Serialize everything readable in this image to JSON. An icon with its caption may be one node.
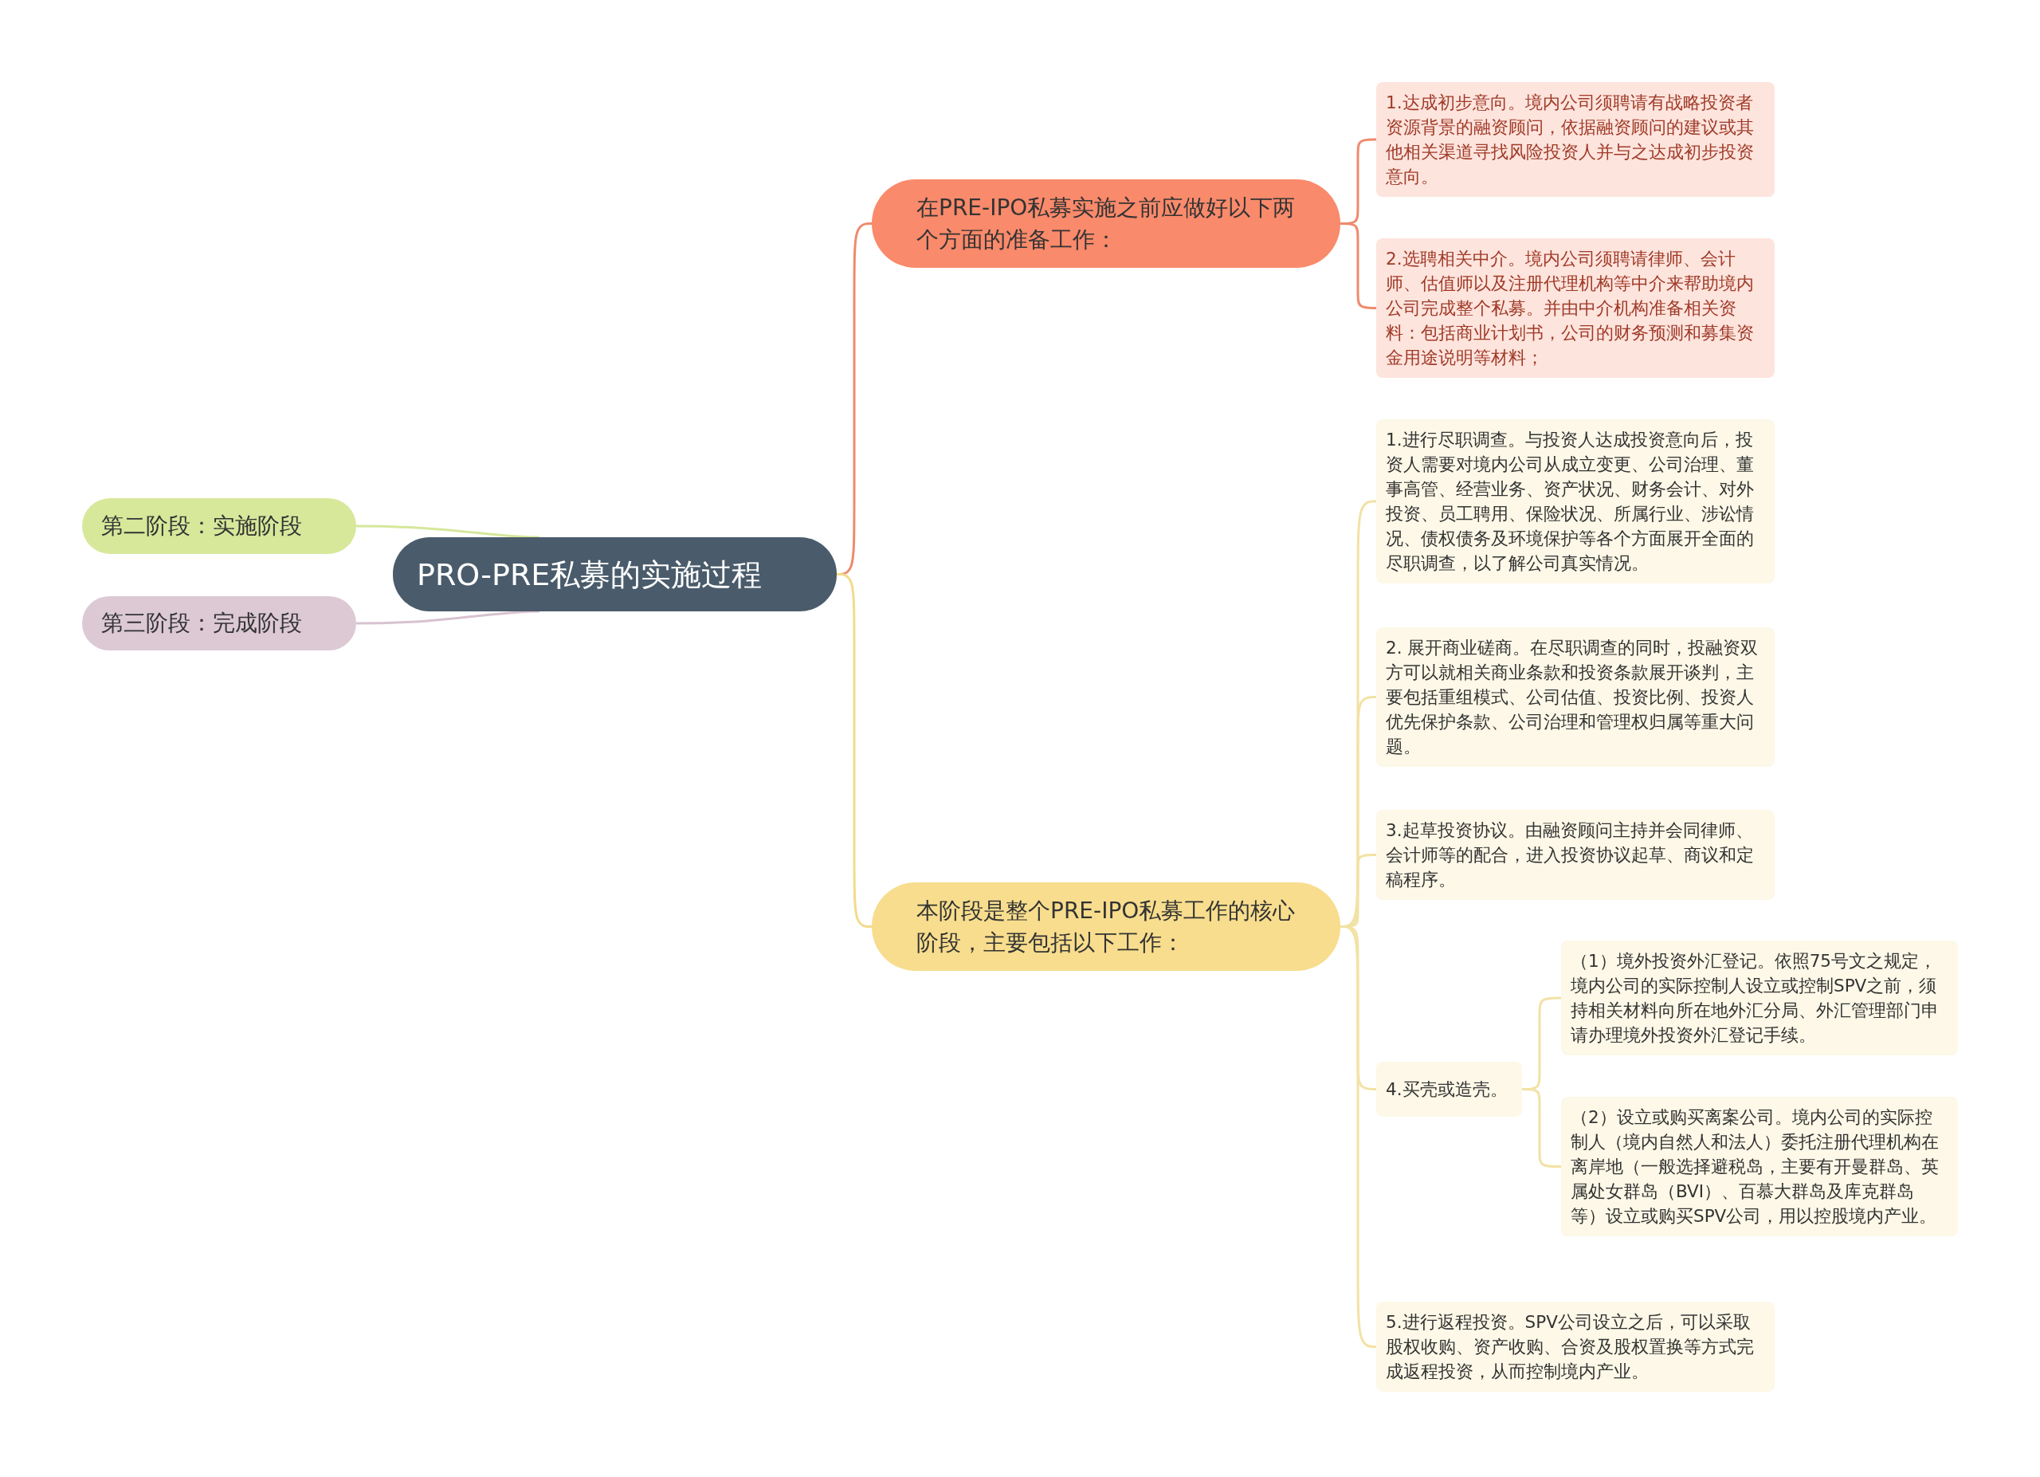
{
  "diagram": {
    "nodes": [
      {
        "text": [
          "PRO-PRE私募的实施过程"
        ]
      },
      {
        "text": [
          "第二阶段：实施阶段"
        ]
      },
      {
        "text": [
          "第三阶段：完成阶段"
        ]
      },
      {
        "text": [
          "在PRE-IPO私募实施之前应做好以下两个方面的准备工作："
        ]
      },
      {
        "text": [
          "1.达成初步意向。境内公司须聘请有战略投资者资源背景的融资顾问，依据融资顾问的建议或其他相关渠道寻找风险投资人并与之达成初步投资意向。"
        ]
      },
      {
        "text": [
          "2.选聘相关中介。境内公司须聘请律师、会计师、估值师以及注册代理机构等中介来帮助境内公司完成整个私募。并由中介机构准备相关资料：包括商业计划书，公司的财务预测和募集资金用途说明等材料；"
        ]
      },
      {
        "text": [
          "本阶段是整个PRE-IPO私募工作的核心阶段，主要包括以下工作："
        ]
      },
      {
        "text": [
          "1.进行尽职调查。与投资人达成投资意向后，投资人需要对境内公司从成立变更、公司治理、董事高管、经营业务、资产状况、财务会计、对外投资、员工聘用、保险状况、所属行业、涉讼情况、债权债务及环境保护等各个方面展开全面的尽职调查，以了解公司真实情况。"
        ]
      },
      {
        "text": [
          "2. 展开商业磋商。在尽职调查的同时，投融资双方可以就相关商业条款和投资条款展开谈判，主要包括重组模式、公司估值、投资比例、投资人优先保护条款、公司治理和管理权归属等重大问题。"
        ]
      },
      {
        "text": [
          "3.起草投资协议。由融资顾问主持并会同律师、会计师等的配合，进入投资协议起草、商议和定稿程序。"
        ]
      },
      {
        "text": [
          "4.买壳或造壳。"
        ]
      },
      {
        "text": [
          "（1）境外投资外汇登记。依照75号文之规定，境内公司的实际控制人设立或控制SPV之前，须持相关材料向所在地外汇分局、外汇管理部门申请办理境外投资外汇登记手续。"
        ]
      },
      {
        "text": [
          "（2）设立或购买离案公司。境内公司的实际控制人（境内自然人和法人）委托注册代理机构在离岸地（一般选择避税岛，主要有开曼群岛、英属处女群岛（BVI）、百慕大群岛及库克群岛等）设立或购买SPV公司，用以控股境内产业。"
        ]
      },
      {
        "text": [
          "5.进行返程投资。SPV公司设立之后，可以采取股权收购、资产收购、合资及股权置换等方式完成返程投资，从而控制境内产业。"
        ]
      }
    ],
    "edges": [
      {
        "from": 0,
        "to": 1,
        "arrow": "none",
        "color": "#d6e79c"
      },
      {
        "from": 0,
        "to": 2,
        "arrow": "none",
        "color": "#d8c2cf"
      },
      {
        "from": 0,
        "to": 3,
        "arrow": "none",
        "color": "#ef8a6c"
      },
      {
        "from": 3,
        "to": 4,
        "arrow": "none",
        "color": "#ef8a6c"
      },
      {
        "from": 3,
        "to": 5,
        "arrow": "none",
        "color": "#ef8a6c"
      },
      {
        "from": 0,
        "to": 6,
        "arrow": "none",
        "color": "#f3db8c"
      },
      {
        "from": 6,
        "to": 7,
        "arrow": "none"
      },
      {
        "from": 6,
        "to": 8,
        "arrow": "none"
      },
      {
        "from": 6,
        "to": 9,
        "arrow": "none"
      },
      {
        "from": 6,
        "to": 10,
        "arrow": "none"
      },
      {
        "from": 10,
        "to": 11,
        "arrow": "none"
      },
      {
        "from": 10,
        "to": 12,
        "arrow": "none"
      },
      {
        "from": 6,
        "to": 13,
        "arrow": "none"
      }
    ]
  }
}
